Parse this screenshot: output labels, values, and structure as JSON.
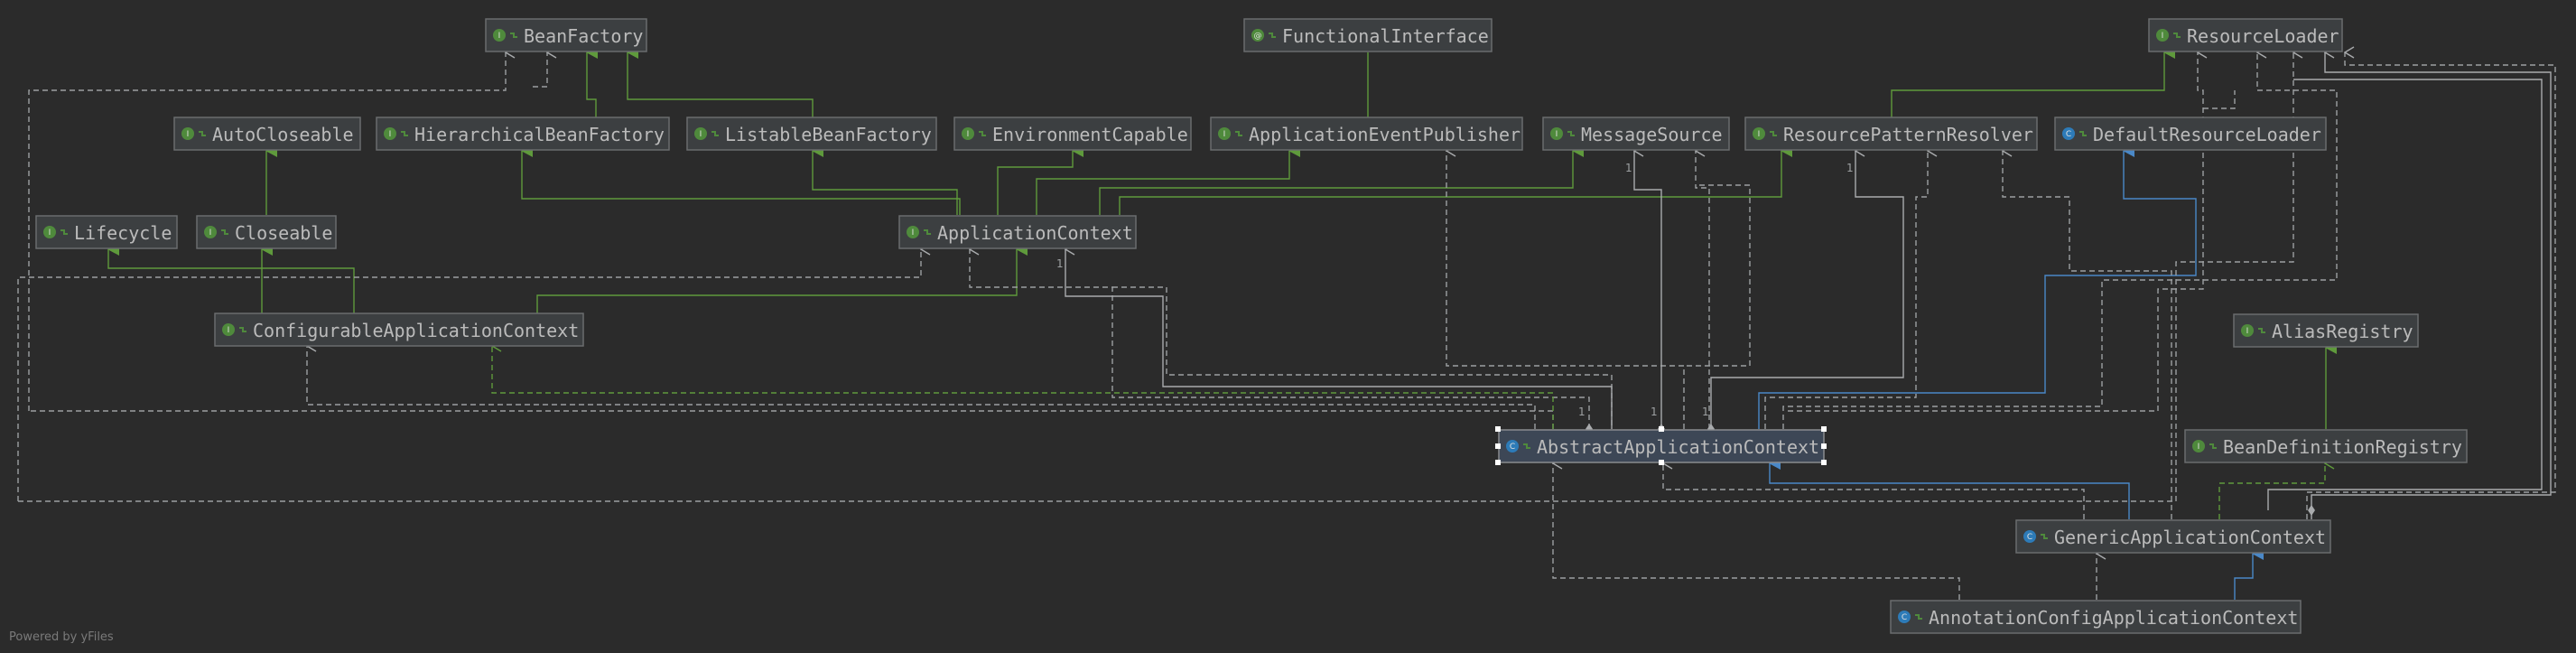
{
  "footer": "Powered by yFiles",
  "colors": {
    "background": "#2b2b2b",
    "node_fill": "#3c3f41",
    "node_border": "#6a6c6e",
    "node_text": "#bbbbbb",
    "extends_interface": "#5f9a3c",
    "extends_class": "#4a88c7",
    "implements": "#9da0a2",
    "interface_icon": "#4f8a3c",
    "class_icon": "#2d7bb8"
  },
  "nodes": [
    {
      "id": "BeanFactory",
      "label": "BeanFactory",
      "kind": "interface-icon"
    },
    {
      "id": "FunctionalInterface",
      "label": "FunctionalInterface",
      "kind": "annotation-icon"
    },
    {
      "id": "ResourceLoader",
      "label": "ResourceLoader",
      "kind": "interface-icon"
    },
    {
      "id": "AutoCloseable",
      "label": "AutoCloseable",
      "kind": "interface-icon"
    },
    {
      "id": "HierarchicalBeanFactory",
      "label": "HierarchicalBeanFactory",
      "kind": "interface-icon"
    },
    {
      "id": "ListableBeanFactory",
      "label": "ListableBeanFactory",
      "kind": "interface-icon"
    },
    {
      "id": "EnvironmentCapable",
      "label": "EnvironmentCapable",
      "kind": "interface-icon"
    },
    {
      "id": "ApplicationEventPublisher",
      "label": "ApplicationEventPublisher",
      "kind": "interface-icon"
    },
    {
      "id": "MessageSource",
      "label": "MessageSource",
      "kind": "interface-icon"
    },
    {
      "id": "ResourcePatternResolver",
      "label": "ResourcePatternResolver",
      "kind": "interface-icon"
    },
    {
      "id": "DefaultResourceLoader",
      "label": "DefaultResourceLoader",
      "kind": "class-icon"
    },
    {
      "id": "Lifecycle",
      "label": "Lifecycle",
      "kind": "interface-icon"
    },
    {
      "id": "Closeable",
      "label": "Closeable",
      "kind": "interface-icon"
    },
    {
      "id": "ApplicationContext",
      "label": "ApplicationContext",
      "kind": "interface-icon"
    },
    {
      "id": "ConfigurableApplicationContext",
      "label": "ConfigurableApplicationContext",
      "kind": "interface-icon"
    },
    {
      "id": "AliasRegistry",
      "label": "AliasRegistry",
      "kind": "interface-icon"
    },
    {
      "id": "AbstractApplicationContext",
      "label": "AbstractApplicationContext",
      "kind": "abstract-class-icon"
    },
    {
      "id": "BeanDefinitionRegistry",
      "label": "BeanDefinitionRegistry",
      "kind": "interface-icon"
    },
    {
      "id": "GenericApplicationContext",
      "label": "GenericApplicationContext",
      "kind": "class-icon"
    },
    {
      "id": "AnnotationConfigApplicationContext",
      "label": "AnnotationConfigApplicationContext",
      "kind": "class-icon"
    }
  ],
  "multiplicity_label": "1"
}
